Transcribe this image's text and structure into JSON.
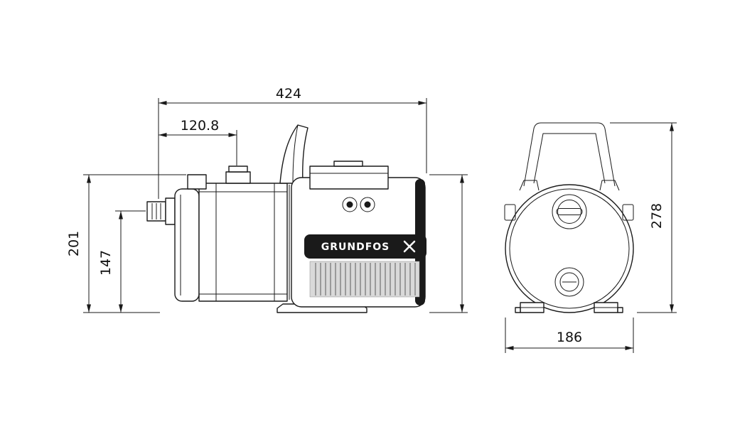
{
  "drawing": {
    "type": "pump-dimensional-drawing",
    "brand": {
      "name": "GRUNDFOS"
    },
    "dimensions": {
      "overall_length": "424",
      "port_offset": "120.8",
      "pump_height": "201",
      "port_height": "147",
      "total_height": "278",
      "overall_width": "186"
    }
  }
}
